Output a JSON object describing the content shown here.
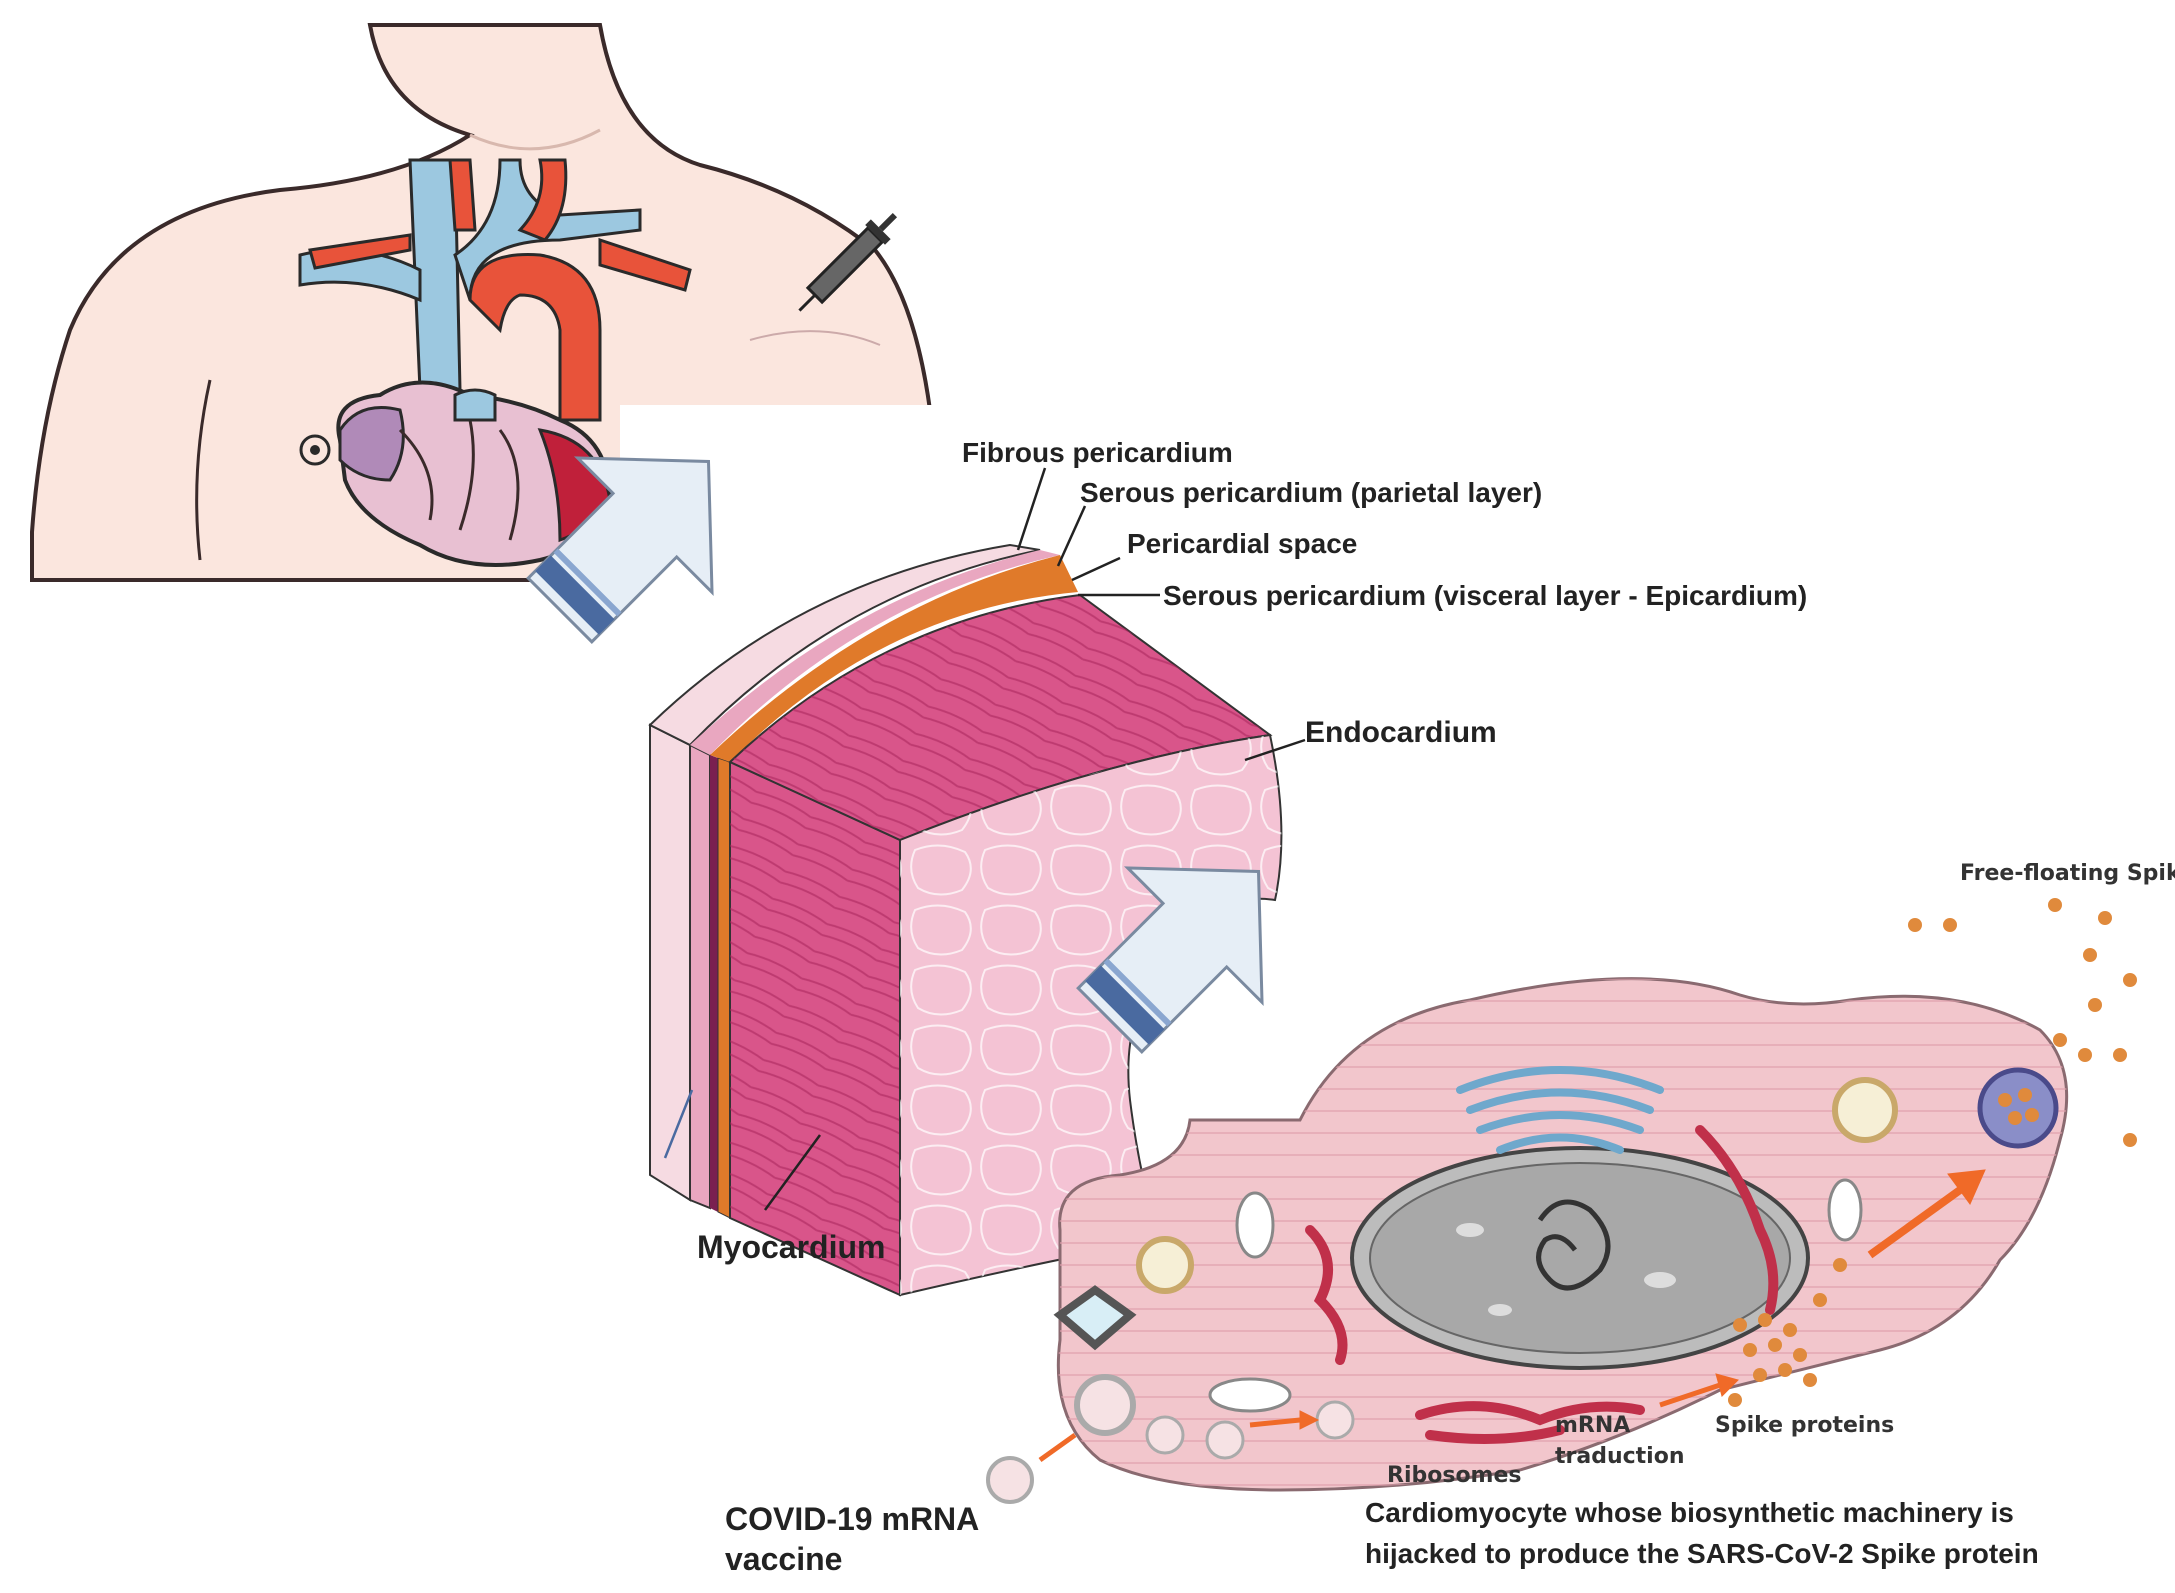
{
  "labels": {
    "fibrous_pericardium": "Fibrous pericardium",
    "serous_parietal": "Serous pericardium (parietal layer)",
    "pericardial_space": "Pericardial space",
    "serous_visceral": "Serous pericardium (visceral layer - Epicardium)",
    "endocardium": "Endocardium",
    "myocardium": "Myocardium",
    "free_floating_spike": "Free-floating Spike",
    "spike_proteins": "Spike proteins",
    "mrna_line1": "mRNA",
    "mrna_line2": "traduction",
    "ribosomes": "Ribosomes",
    "vaccine_line1": "COVID-19 mRNA",
    "vaccine_line2": "vaccine",
    "caption_line1": "Cardiomyocyte  whose biosynthetic machinery is",
    "caption_line2": "hijacked to produce the SARS-CoV-2 Spike protein"
  },
  "colors": {
    "skin": "#f8e4dc",
    "artery": "#e8533a",
    "vein": "#9cc8e0",
    "myocardium": "#d9558a",
    "epicardium_band": "#e07a2a",
    "endocardium": "#f4c3d4",
    "cell": "#f2c6cc",
    "spike": "#e08a3c",
    "arrow_fill": "#e6eef6",
    "arrow_stripe": "#4a6aa0"
  }
}
